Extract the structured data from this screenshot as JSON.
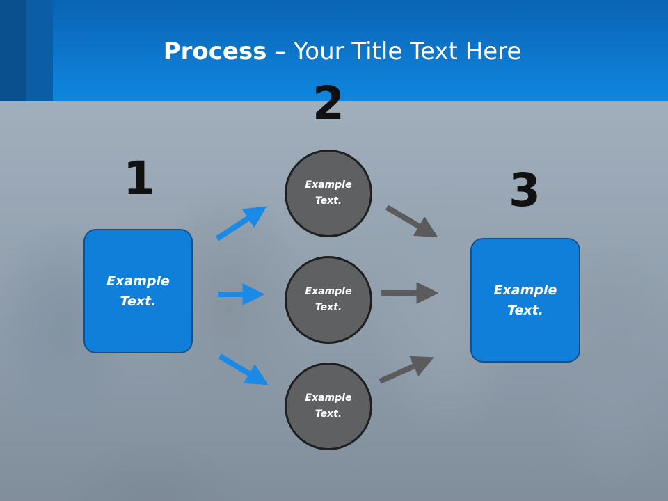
{
  "title": {
    "bold": "Process",
    "rest": " – Your Title Text Here"
  },
  "steps": {
    "one": {
      "number": "1",
      "text": "Example Text."
    },
    "two": {
      "number": "2",
      "items": [
        "Example Text.",
        "Example Text.",
        "Example Text."
      ]
    },
    "three": {
      "number": "3",
      "text": "Example Text."
    }
  },
  "colors": {
    "header": "#0f86df",
    "box_fill": "#0f7fd9",
    "circle_fill": "#5f6062",
    "blue_arrow": "#1a8ae6",
    "gray_arrow": "#5b5b5d",
    "number": "#111111"
  }
}
